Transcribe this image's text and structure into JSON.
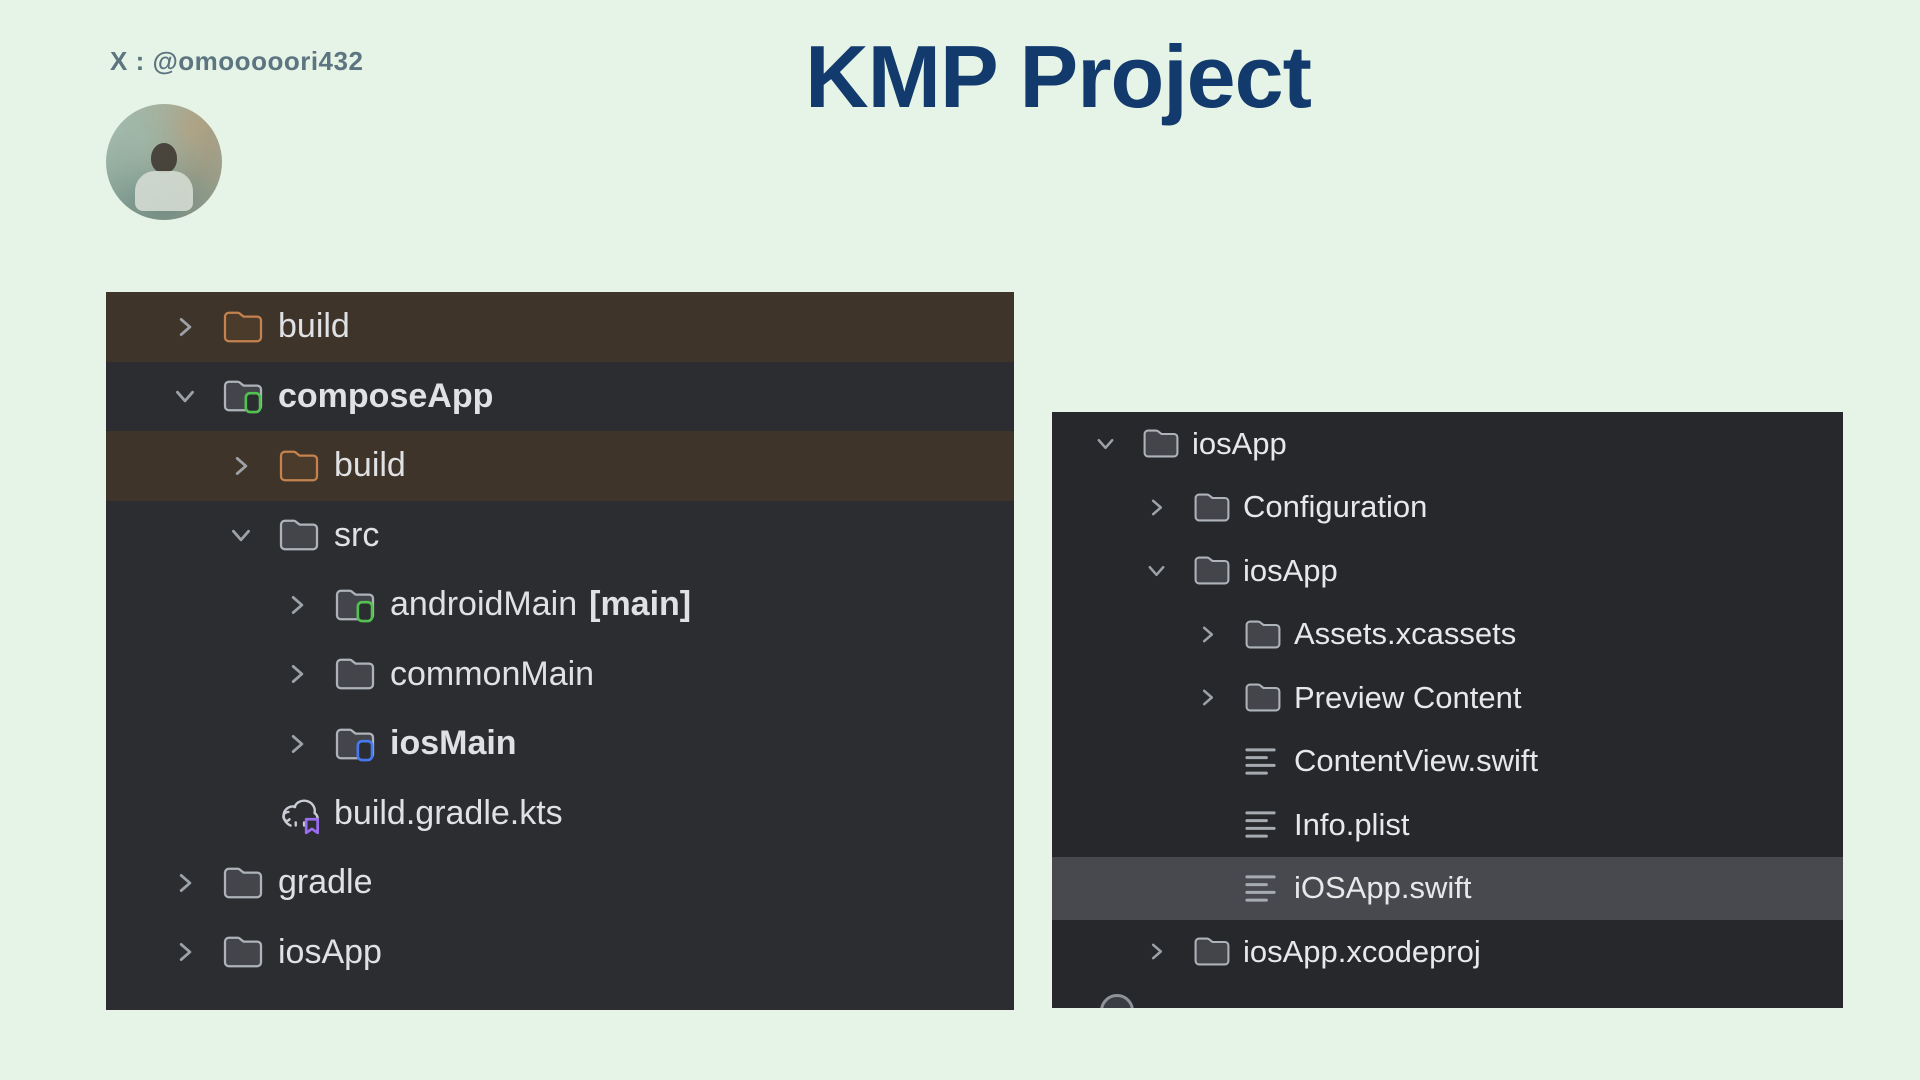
{
  "header": {
    "handle": "X : @omooooori432",
    "title": "KMP Project"
  },
  "colors": {
    "page_bg": "#e6f4e7",
    "title": "#123a6d",
    "handle": "#5d7580",
    "panel_left_bg": "#2b2d30",
    "panel_right_bg": "#26282b",
    "selection_brown": "#3f3429",
    "selection_gray": "#47494e",
    "text_default": "#dfe1e5",
    "text_orange": "#cf8c55",
    "text_blue": "#548ef7",
    "chevron": "#9da2a9",
    "folder_stroke": "#aeb3ba",
    "folder_fill": "#43454a",
    "folder_orange_stroke": "#c5824f",
    "folder_orange_fill": "#4a3b2b",
    "badge_green": "#53c152",
    "badge_blue": "#4678f0",
    "badge_purple": "#9a6cf0",
    "gradle_stroke": "#c9cdd3",
    "file_lines": "#a6abb2"
  },
  "left_tree": {
    "rows": [
      {
        "label": "build",
        "icon": "folder-excluded",
        "chevron": "right",
        "level": 1,
        "selected": "brown",
        "color": "orange"
      },
      {
        "label": "composeApp",
        "icon": "folder-module-green",
        "chevron": "down",
        "level": 1,
        "bold": true
      },
      {
        "label": "build",
        "icon": "folder-excluded",
        "chevron": "right",
        "level": 2,
        "selected": "brown",
        "color": "orange"
      },
      {
        "label": "src",
        "icon": "folder",
        "chevron": "down",
        "level": 2
      },
      {
        "label": "androidMain",
        "suffix": "[main]",
        "icon": "folder-module-green",
        "chevron": "right",
        "level": 3
      },
      {
        "label": "commonMain",
        "icon": "folder",
        "chevron": "right",
        "level": 3
      },
      {
        "label": "iosMain",
        "icon": "folder-module-blue",
        "chevron": "right",
        "level": 3,
        "bold": true
      },
      {
        "label": "build.gradle.kts",
        "icon": "gradle-kts",
        "chevron": "none",
        "level": 2,
        "color": "blue"
      },
      {
        "label": "gradle",
        "icon": "folder",
        "chevron": "right",
        "level": 1
      },
      {
        "label": "iosApp",
        "icon": "folder",
        "chevron": "right",
        "level": 1
      }
    ]
  },
  "right_tree": {
    "rows": [
      {
        "label": "iosApp",
        "icon": "folder",
        "chevron": "down",
        "level": 1
      },
      {
        "label": "Configuration",
        "icon": "folder",
        "chevron": "right",
        "level": 2
      },
      {
        "label": "iosApp",
        "icon": "folder",
        "chevron": "down",
        "level": 2
      },
      {
        "label": "Assets.xcassets",
        "icon": "folder",
        "chevron": "right",
        "level": 3
      },
      {
        "label": "Preview Content",
        "icon": "folder",
        "chevron": "right",
        "level": 3
      },
      {
        "label": "ContentView.swift",
        "icon": "file-lines",
        "chevron": "none",
        "level": 3,
        "color": "blue"
      },
      {
        "label": "Info.plist",
        "icon": "file-lines",
        "chevron": "none",
        "level": 3
      },
      {
        "label": "iOSApp.swift",
        "icon": "file-lines",
        "chevron": "none",
        "level": 3,
        "selected": "gray"
      },
      {
        "label": "iosApp.xcodeproj",
        "icon": "folder",
        "chevron": "right",
        "level": 2
      }
    ],
    "partial_icon": "clipped-circle"
  }
}
